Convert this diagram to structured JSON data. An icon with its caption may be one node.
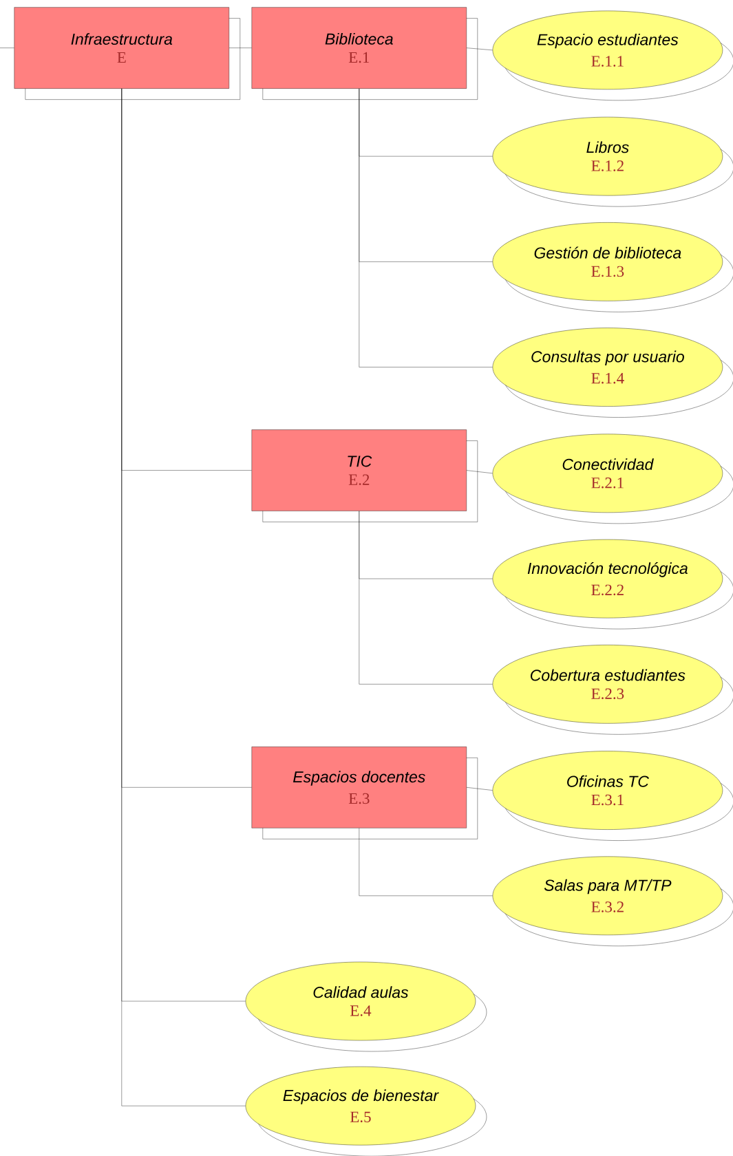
{
  "diagram": {
    "nodes": [
      {
        "text": [
          "Infraestructura",
          "E"
        ]
      },
      {
        "text": [
          "Biblioteca",
          "E.1"
        ]
      },
      {
        "text": [
          "Espacio estudiantes",
          "E.1.1"
        ]
      },
      {
        "text": [
          "Libros",
          "E.1.2"
        ]
      },
      {
        "text": [
          "Gestión de biblioteca",
          "E.1.3"
        ]
      },
      {
        "text": [
          "Consultas por usuario",
          "E.1.4"
        ]
      },
      {
        "text": [
          "TIC",
          "E.2"
        ]
      },
      {
        "text": [
          "Conectividad",
          "E.2.1"
        ]
      },
      {
        "text": [
          "Innovación tecnológica",
          "E.2.2"
        ]
      },
      {
        "text": [
          "Cobertura estudiantes",
          "E.2.3"
        ]
      },
      {
        "text": [
          "Espacios docentes",
          "E.3"
        ]
      },
      {
        "text": [
          "Oficinas TC",
          "E.3.1"
        ]
      },
      {
        "text": [
          "Salas para MT/TP",
          "E.3.2"
        ]
      },
      {
        "text": [
          "Calidad aulas",
          "E.4"
        ]
      },
      {
        "text": [
          "Espacios de bienestar",
          "E.5"
        ]
      }
    ],
    "edges": [
      {
        "from": null,
        "to": 0,
        "arrow": "none"
      },
      {
        "from": 0,
        "to": 1,
        "arrow": "none"
      },
      {
        "from": 1,
        "to": 2,
        "arrow": "none"
      },
      {
        "from": 1,
        "to": 3,
        "arrow": "none"
      },
      {
        "from": 1,
        "to": 4,
        "arrow": "none"
      },
      {
        "from": 1,
        "to": 5,
        "arrow": "none"
      },
      {
        "from": 0,
        "to": 6,
        "arrow": "none"
      },
      {
        "from": 6,
        "to": 7,
        "arrow": "none"
      },
      {
        "from": 6,
        "to": 8,
        "arrow": "none"
      },
      {
        "from": 6,
        "to": 9,
        "arrow": "none"
      },
      {
        "from": 0,
        "to": 10,
        "arrow": "none"
      },
      {
        "from": 10,
        "to": 11,
        "arrow": "none"
      },
      {
        "from": 10,
        "to": 12,
        "arrow": "none"
      },
      {
        "from": 0,
        "to": 13,
        "arrow": "none"
      },
      {
        "from": 0,
        "to": 14,
        "arrow": "none"
      }
    ]
  }
}
